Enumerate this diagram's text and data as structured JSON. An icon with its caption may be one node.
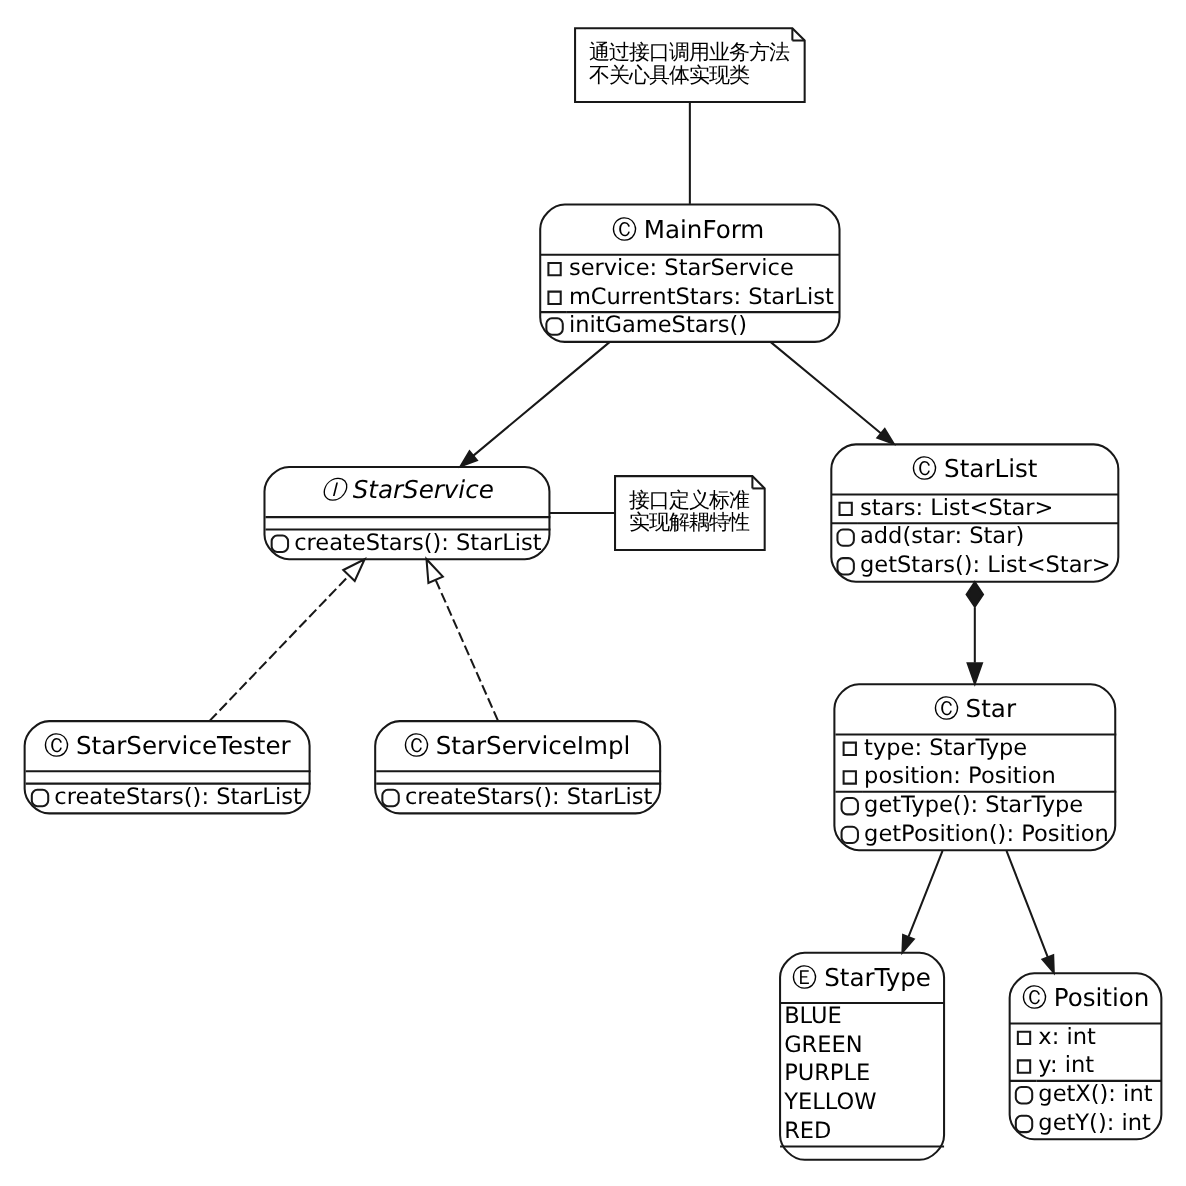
{
  "diagram": {
    "nodes": [
      {
        "text": [
          "通过接口调用业务方法不关心具体实现类"
        ]
      },
      {
        "text": [
          "Ⓒ MainForm",
          "service: StarService",
          "mCurrentStars: StarList",
          "initGameStars()"
        ]
      },
      {
        "text": [
          "Ⓘ StarService",
          "createStars(): StarList"
        ]
      },
      {
        "text": [
          "接口定义标准实现解耦特性"
        ]
      },
      {
        "text": [
          "Ⓒ StarList",
          "stars: List<Star>",
          "add(star: Star)",
          "getStars(): List<Star>"
        ]
      },
      {
        "text": [
          "Ⓒ Star",
          "type: StarType",
          "position: Position",
          "getType(): StarType",
          "getPosition(): Position"
        ]
      },
      {
        "text": [
          "Ⓒ StarServiceTester",
          "createStars(): StarList"
        ]
      },
      {
        "text": [
          "Ⓒ StarServiceImpl",
          "createStars(): StarList"
        ]
      },
      {
        "text": [
          "Ⓔ StarType",
          "BLUE",
          "GREEN",
          "PURPLE",
          "YELLOW",
          "RED"
        ]
      },
      {
        "text": [
          "Ⓒ Position",
          "x: int",
          "y: int",
          "getX(): int",
          "getY(): int"
        ]
      }
    ],
    "edges": [
      {
        "from": 0,
        "to": 1,
        "arrow": "none"
      },
      {
        "from": 1,
        "to": 2,
        "arrow": "to"
      },
      {
        "from": 1,
        "to": 4,
        "arrow": "to"
      },
      {
        "from": 2,
        "to": 3,
        "arrow": "none"
      },
      {
        "from": 6,
        "to": 2,
        "arrow": "to",
        "style": "dashed"
      },
      {
        "from": 7,
        "to": 2,
        "arrow": "to",
        "style": "dashed"
      },
      {
        "from": 4,
        "to": 5,
        "arrow": "to"
      },
      {
        "from": 5,
        "to": 8,
        "arrow": "to"
      },
      {
        "from": 5,
        "to": 9,
        "arrow": "to"
      }
    ]
  }
}
